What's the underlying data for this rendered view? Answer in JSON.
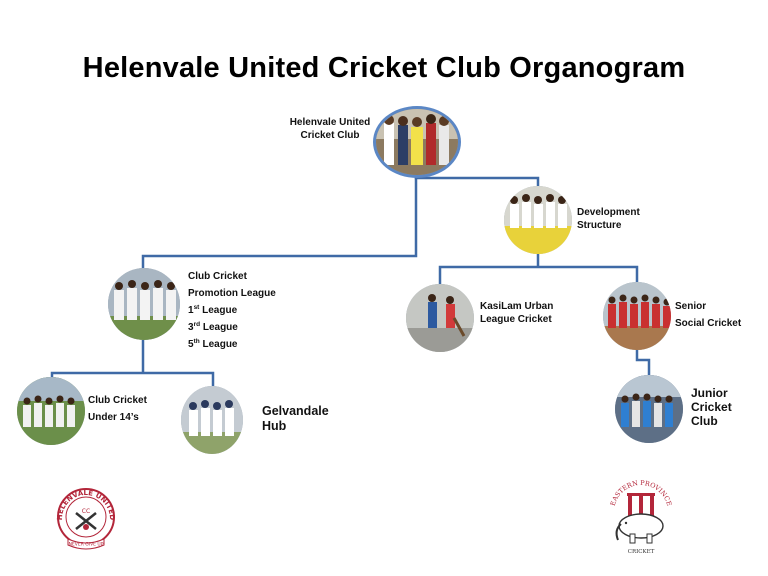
{
  "title": "Helenvale United Cricket Club Organogram",
  "nodes": {
    "root": {
      "line1": "Helenvale United",
      "line2": "Cricket Club"
    },
    "development": {
      "line1": "Development",
      "line2": "Structure"
    },
    "club_cricket": {
      "line1": "Club Cricket",
      "line2": "Promotion League",
      "league1": {
        "num": "1",
        "suffix": "st",
        "word": " League"
      },
      "league3": {
        "num": "3",
        "suffix": "rd",
        "word": " League"
      },
      "league5": {
        "num": "5",
        "suffix": "th",
        "word": " League"
      }
    },
    "kasilam": {
      "line1": "KasiLam Urban",
      "line2": "League Cricket"
    },
    "senior": {
      "line1": "Senior",
      "line2": "Social Cricket"
    },
    "under14": {
      "line1": "Club Cricket",
      "line2": "Under 14’s"
    },
    "gelvandale": {
      "line1": "Gelvandale",
      "line2": "Hub"
    },
    "junior": {
      "line1": "Junior",
      "line2": "Cricket",
      "line3": "Club"
    }
  },
  "logos": {
    "helenvale": {
      "arc_text": "HELENVALE UNITED",
      "initials": "CC",
      "motto": "NEVER GIVE UP"
    },
    "eastern_province": {
      "arc_text": "EASTERN PROVINCE",
      "bottom_text": "CRICKET"
    }
  },
  "colors": {
    "connector": "#3f6aa6",
    "photo_border": "#5b87c5",
    "logo_red": "#b3263a"
  }
}
